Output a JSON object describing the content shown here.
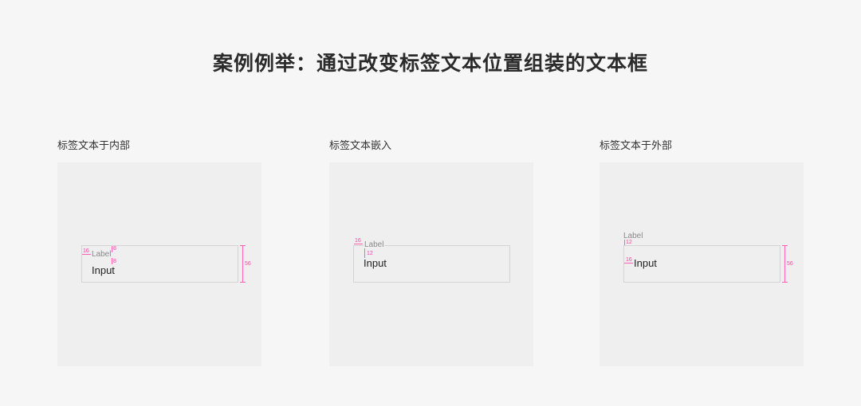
{
  "title": "案例例举：通过改变标签文本位置组装的文本框",
  "panels": [
    {
      "heading": "标签文本于内部",
      "label": "Label",
      "input": "Input",
      "dims": {
        "padding_left": "16",
        "label_top": "8",
        "label_gap": "8",
        "height": "56"
      }
    },
    {
      "heading": "标签文本嵌入",
      "label": "Label",
      "input": "Input",
      "dims": {
        "padding_left": "16",
        "label_gap": "12"
      }
    },
    {
      "heading": "标签文本于外部",
      "label": "Label",
      "input": "Input",
      "dims": {
        "label_gap": "12",
        "padding_left": "16",
        "height": "56"
      }
    }
  ],
  "colors": {
    "background": "#f6f6f6",
    "card": "#efefef",
    "field_border": "#d4d4d4",
    "measure": "#ff5fb5"
  }
}
